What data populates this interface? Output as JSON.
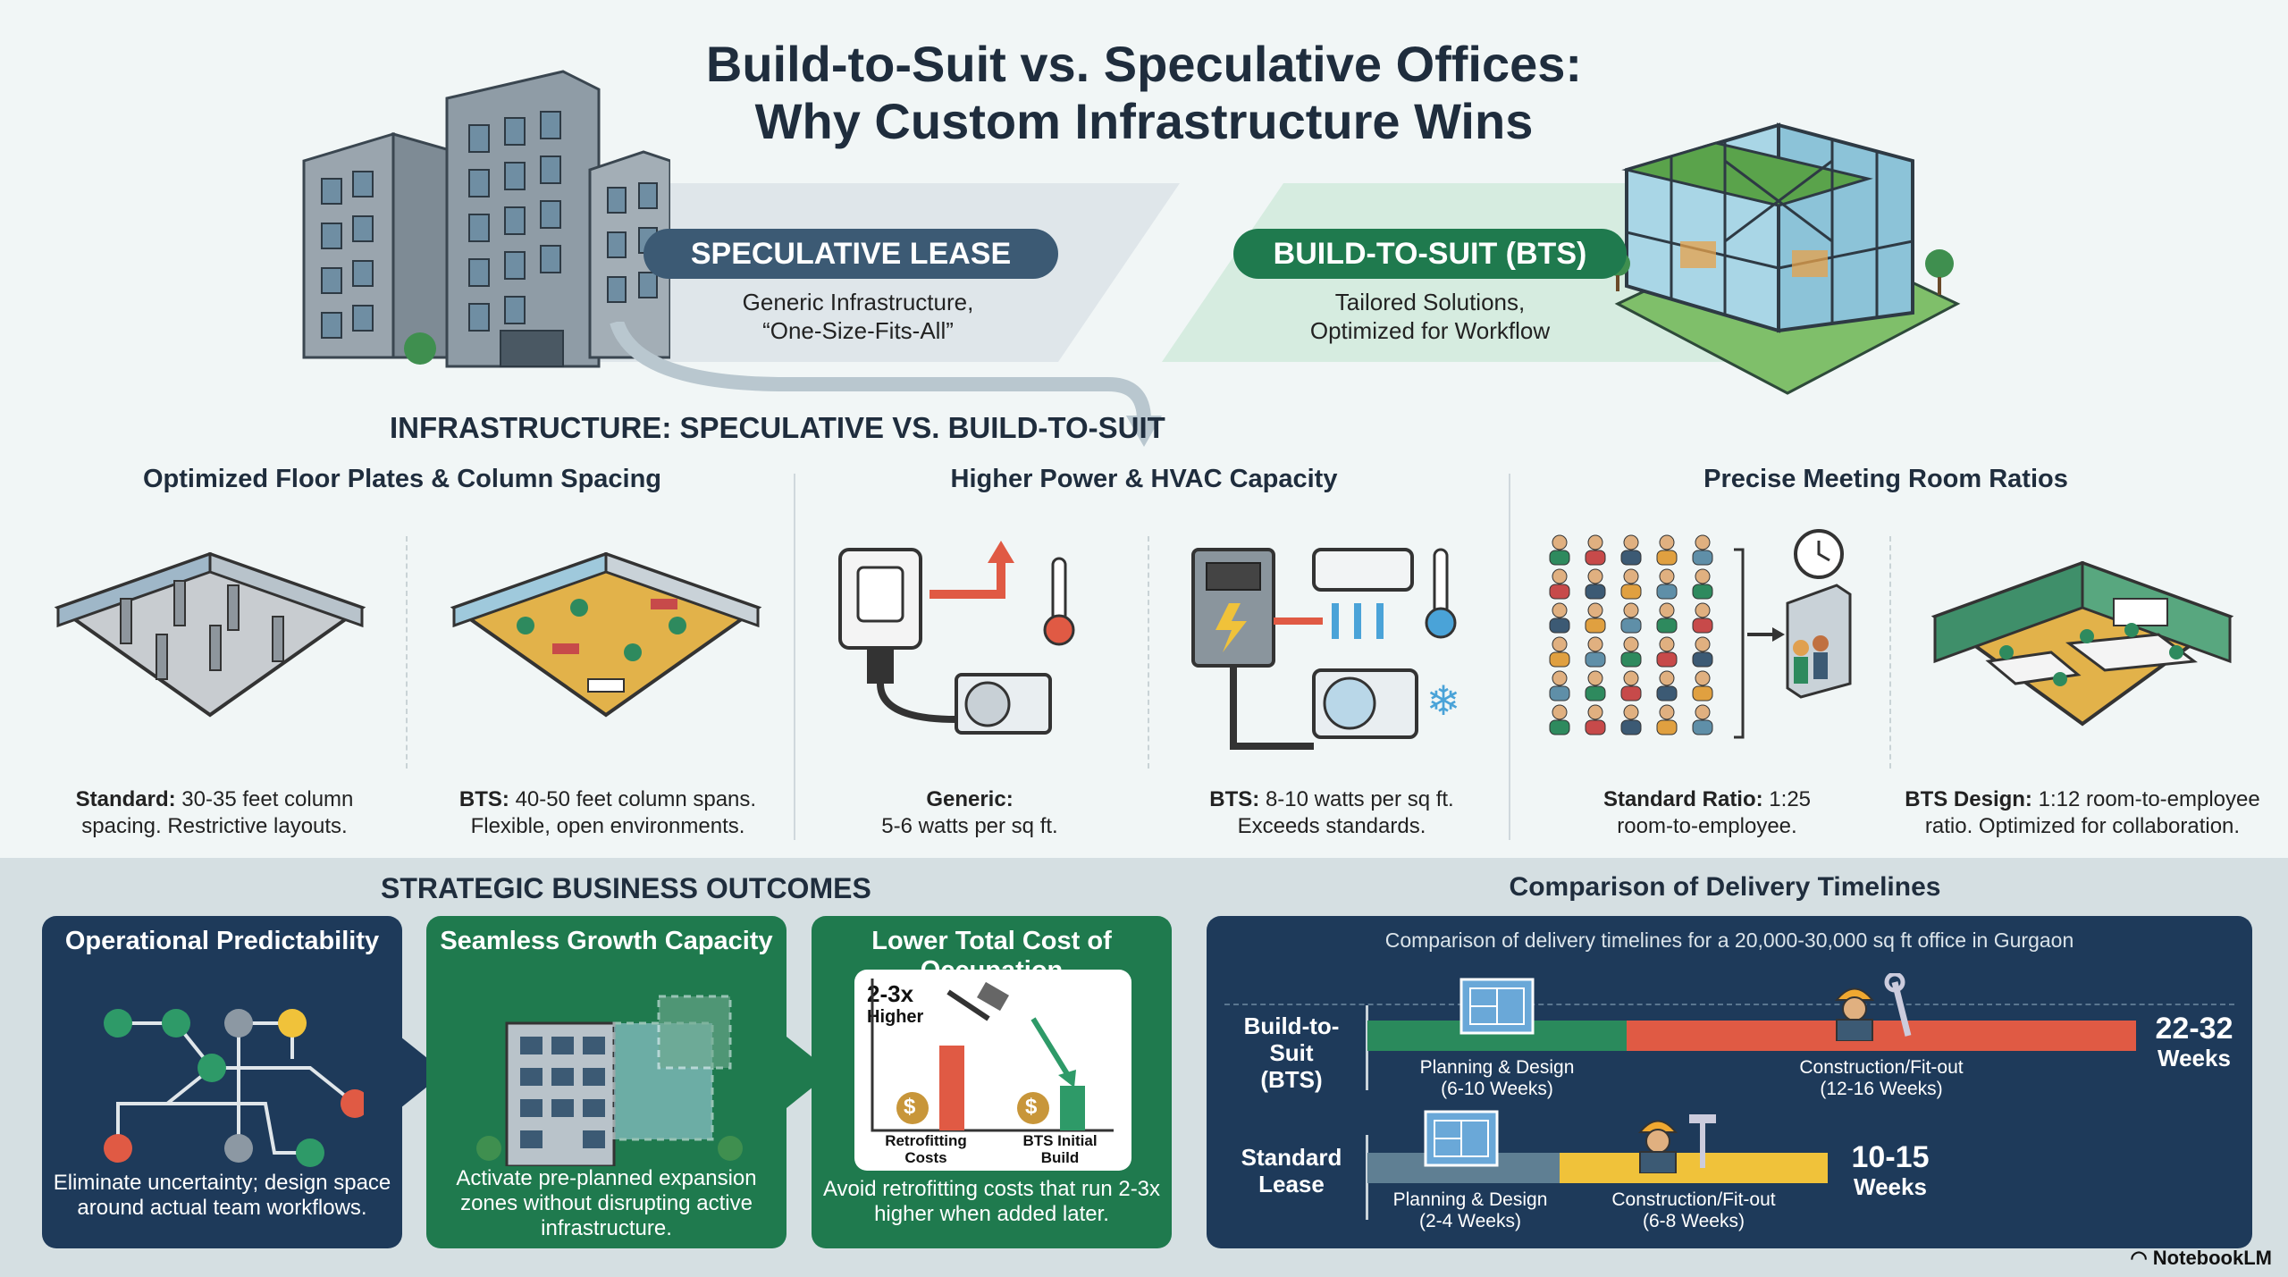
{
  "title": {
    "line1": "Build-to-Suit vs. Speculative Offices:",
    "line2": "Why Custom Infrastructure Wins"
  },
  "speculative": {
    "label": "SPECULATIVE LEASE",
    "desc_line1": "Generic Infrastructure,",
    "desc_line2": "“One-Size-Fits-All”"
  },
  "bts": {
    "label": "BUILD-TO-SUIT (BTS)",
    "desc_line1": "Tailored Solutions,",
    "desc_line2": "Optimized for Workflow"
  },
  "infrastructure": {
    "header": "INFRASTRUCTURE: SPECULATIVE VS. BUILD-TO-SUIT",
    "columns": [
      {
        "title": "Optimized Floor Plates & Column Spacing",
        "left": {
          "bold": "Standard:",
          "line1": " 30-35 feet column",
          "line2": "spacing. Restrictive layouts."
        },
        "right": {
          "bold": "BTS:",
          "line1": " 40-50 feet column spans.",
          "line2": "Flexible, open environments."
        }
      },
      {
        "title": "Higher Power & HVAC Capacity",
        "left": {
          "bold": "Generic:",
          "line1": "",
          "line2": "5-6 watts per sq ft."
        },
        "right": {
          "bold": "BTS:",
          "line1": " 8-10 watts per sq ft.",
          "line2": "Exceeds standards."
        }
      },
      {
        "title": "Precise Meeting Room Ratios",
        "left": {
          "bold": "Standard Ratio:",
          "line1": " 1:25",
          "line2": "room-to-employee."
        },
        "right": {
          "bold": "BTS Design:",
          "line1": " 1:12 room-to-employee",
          "line2": "ratio. Optimized for collaboration."
        }
      }
    ]
  },
  "outcomes": {
    "header": "STRATEGIC BUSINESS OUTCOMES",
    "cards": [
      {
        "title": "Operational Predictability",
        "text": "Eliminate uncertainty; design space around actual team workflows.",
        "color": "#1e3a5a"
      },
      {
        "title": "Seamless Growth Capacity",
        "text": "Activate pre-planned expansion zones without disrupting active infrastructure.",
        "color": "#1f7a4e"
      },
      {
        "title": "Lower Total Cost of Occupation",
        "text": "Avoid retrofitting costs that run 2-3x higher when added later.",
        "color": "#1f7a4e"
      }
    ],
    "cost_chart": {
      "badge_line1": "2-3x",
      "badge_line2": "Higher",
      "bar_labels": [
        "Retrofitting Costs",
        "BTS Initial Build"
      ],
      "currency_symbol": "$"
    }
  },
  "timelines": {
    "header": "Comparison of Delivery Timelines",
    "subtitle": "Comparison of delivery timelines for a 20,000-30,000 sq ft office in Gurgaon",
    "rows": [
      {
        "label_line1": "Build-to-Suit",
        "label_line2": "(BTS)",
        "phase1": "Planning & Design",
        "phase1_duration": "(6-10 Weeks)",
        "phase2": "Construction/Fit-out",
        "phase2_duration": "(12-16 Weeks)",
        "total_line1": "22-32",
        "total_line2": "Weeks",
        "phase1_color": "#2a8a5c",
        "phase2_color": "#e05a44"
      },
      {
        "label_line1": "Standard",
        "label_line2": "Lease",
        "phase1": "Planning & Design",
        "phase1_duration": "(2-4 Weeks)",
        "phase2": "Construction/Fit-out",
        "phase2_duration": "(6-8 Weeks)",
        "total_line1": "10-15",
        "total_line2": "Weeks",
        "phase1_color": "#5f7f93",
        "phase2_color": "#f0c23a"
      }
    ]
  },
  "brand": "NotebookLM"
}
